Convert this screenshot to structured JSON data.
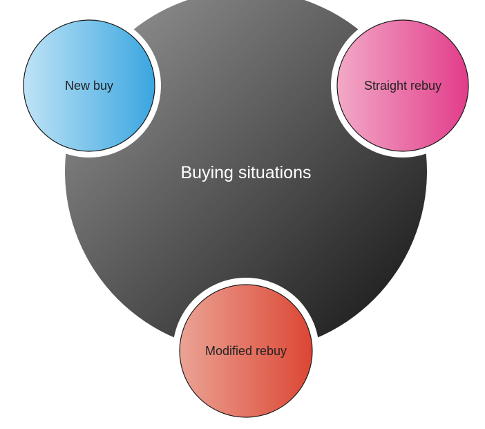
{
  "center": {
    "label": "Buying situations",
    "gradient": [
      "#9a9a9a",
      "#111111"
    ]
  },
  "nodes": [
    {
      "id": "new-buy",
      "label": "New buy",
      "gradient": [
        "#bfe3f6",
        "#3aa6e0"
      ]
    },
    {
      "id": "straight-rebuy",
      "label": "Straight rebuy",
      "gradient": [
        "#f2a9c7",
        "#e23c8a"
      ]
    },
    {
      "id": "modified-rebuy",
      "label": "Modified rebuy",
      "gradient": [
        "#eba395",
        "#dc4634"
      ]
    }
  ]
}
